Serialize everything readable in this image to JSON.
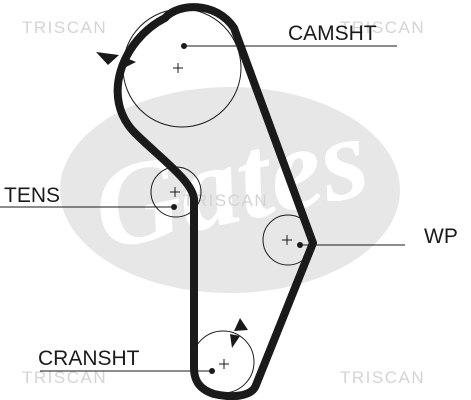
{
  "labels": {
    "camshaft": "CAMSHT",
    "tensioner": "TENS",
    "water_pump": "WP",
    "crankshaft": "CRANSHT"
  },
  "watermark": {
    "brand_text": "TRISCAN",
    "logo_text": "Gates"
  },
  "colors": {
    "belt": "#1a1a1a",
    "lines": "#1a1a1a",
    "watermark": "#d4d4d4",
    "background": "#ffffff"
  },
  "icons": {
    "rotation_arrow": "arrowhead-triangle",
    "pulley_center": "plus-cross"
  }
}
